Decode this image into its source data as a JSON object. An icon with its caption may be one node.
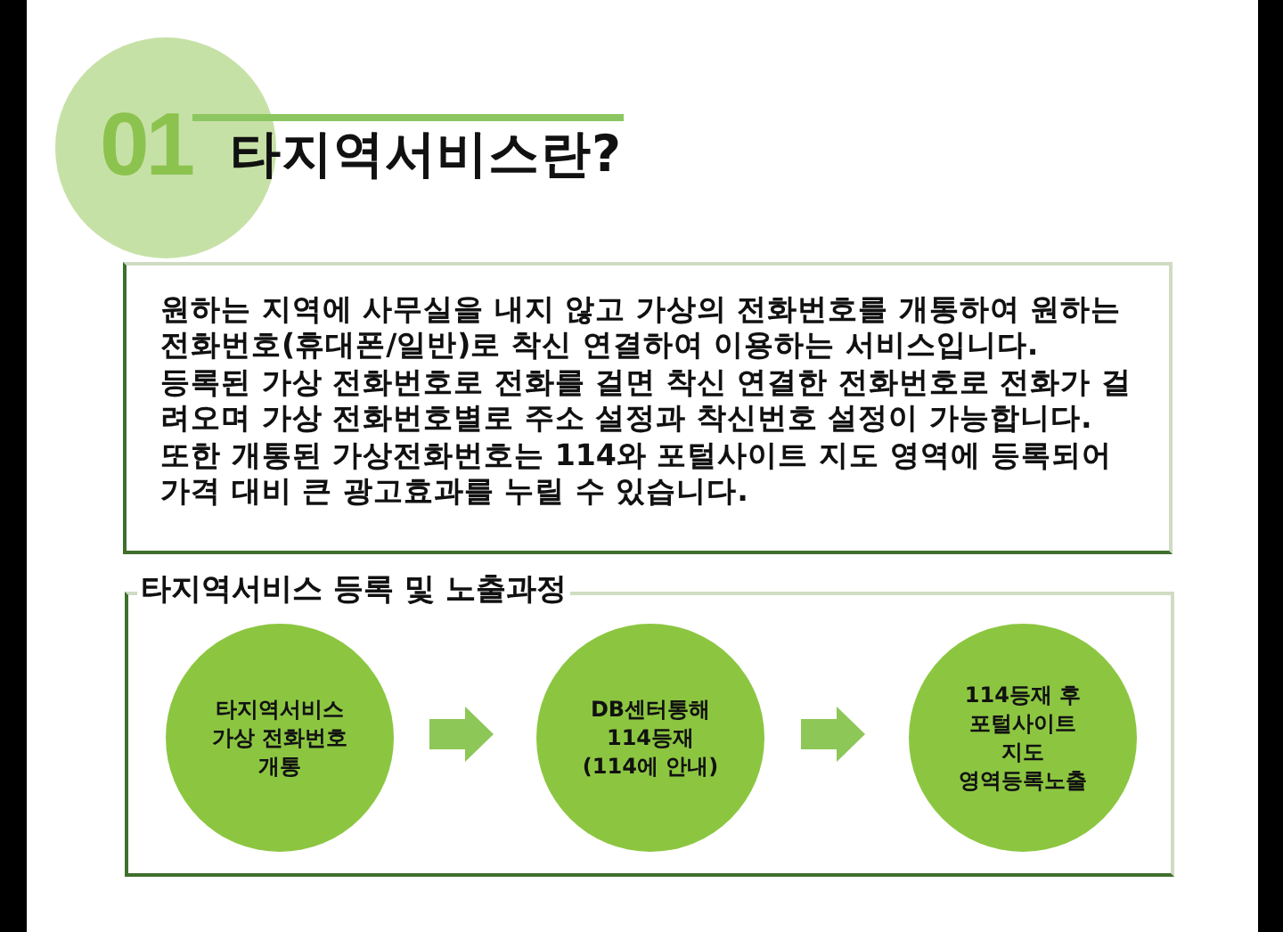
{
  "diagram": {
    "title": "타지역서비스란?",
    "nodes": [
      {
        "text": [
          "원하는 지역에 사무실을 내지 않고 가상의 전화번호를 개통하여 원하는 전화번호(휴대폰/일반)로 착신 연결하여 이용하는 서비스입니다.",
          "등록된 가상 전화번호로 전화를 걸면 착신 연결한 전화번호로 전화가 걸려오며 가상 전화번호별로 주소 설정과 착신번호 설정이 가능합니다.",
          "또한 개통된 가상전화번호는 114와 포털사이트 지도 영역에 등록되어 가격 대비 큰 광고효과를 누릴 수 있습니다."
        ]
      },
      {
        "text": [
          "타지역서비스 등록 및 노출과정"
        ]
      },
      {
        "text": [
          "타지역서비스 가상 전화번호 개통"
        ],
        "in": 1
      },
      {
        "text": [
          "DB센터통해 114등재 (114에 안내)"
        ],
        "in": 1
      },
      {
        "text": [
          "114등재 후 포털사이트 지도 영역등록노출"
        ],
        "in": 1
      }
    ],
    "edges": [
      {
        "from": 2,
        "to": 3,
        "arrow": "to"
      },
      {
        "from": 3,
        "to": 4,
        "arrow": "to"
      }
    ],
    "labels": [
      "01"
    ]
  }
}
